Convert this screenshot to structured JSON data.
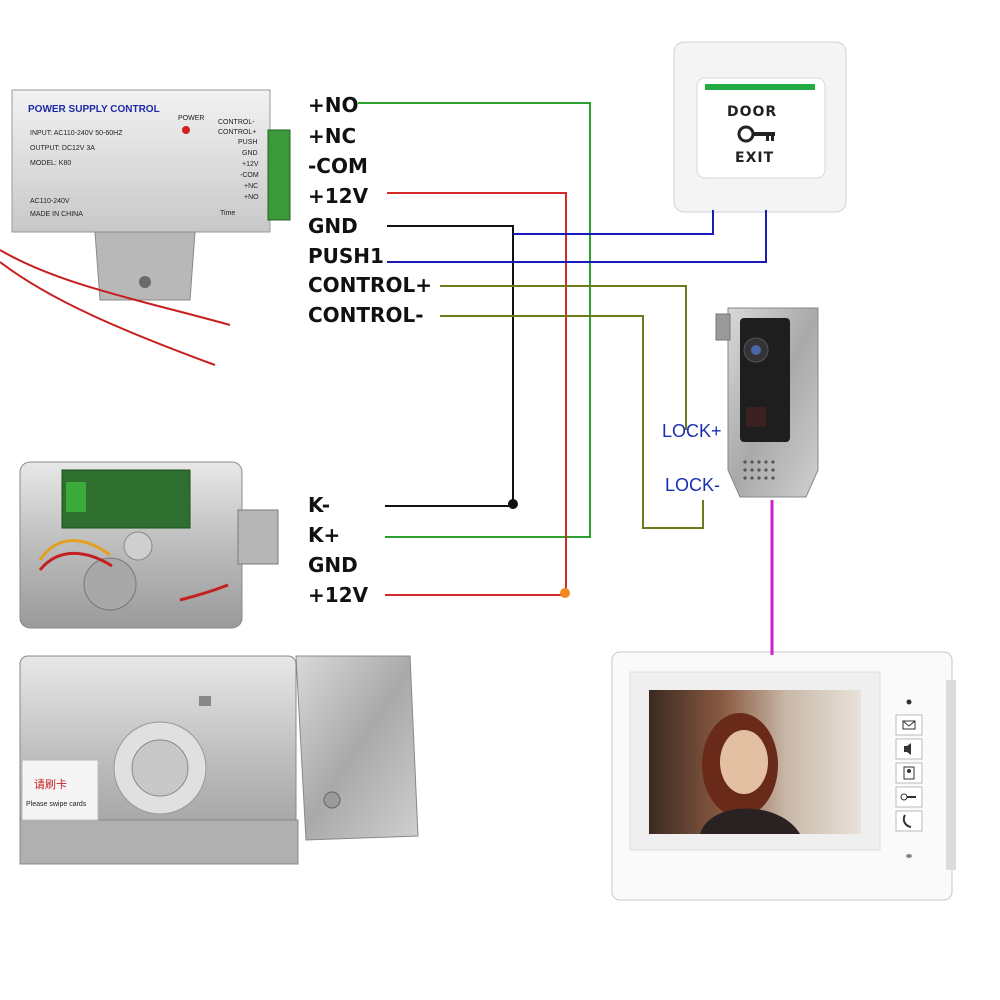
{
  "power_supply": {
    "title": "POWER SUPPLY CONTROL",
    "input": "INPUT: AC110-240V 50-60HZ",
    "output": "OUTPUT: DC12V 3A",
    "model": "MODEL: K80",
    "ac": "AC110-240V",
    "made": "MADE IN CHINA",
    "power": "POWER",
    "time": "Time",
    "side_labels": [
      "CONTROL-",
      "CONTROL+",
      "PUSH",
      "GND",
      "+12V",
      "-COM",
      "+NC",
      "+NO"
    ],
    "terminals": [
      "+NO",
      "+NC",
      "-COM",
      "+12V",
      "GND",
      "PUSH1",
      "CONTROL+",
      "CONTROL-"
    ]
  },
  "exit_button": {
    "top": "DOOR",
    "bottom": "EXIT"
  },
  "outdoor_unit": {
    "lock_plus": "LOCK+",
    "lock_minus": "LOCK-"
  },
  "lock": {
    "terminals": [
      "K-",
      "K+",
      "GND",
      "+12V"
    ],
    "card_text": "请刷卡",
    "card_subtext": "Please swipe cards"
  },
  "monitor": {
    "buttons": [
      "dot-icon",
      "mail-icon",
      "speaker-icon",
      "contact-icon",
      "key-icon",
      "phone-icon"
    ]
  },
  "colors": {
    "green": "#2ea02e",
    "red": "#d42a2a",
    "black": "#111111",
    "blue": "#1a1ab8",
    "olive": "#6b7a1a",
    "magenta": "#cc22cc"
  }
}
